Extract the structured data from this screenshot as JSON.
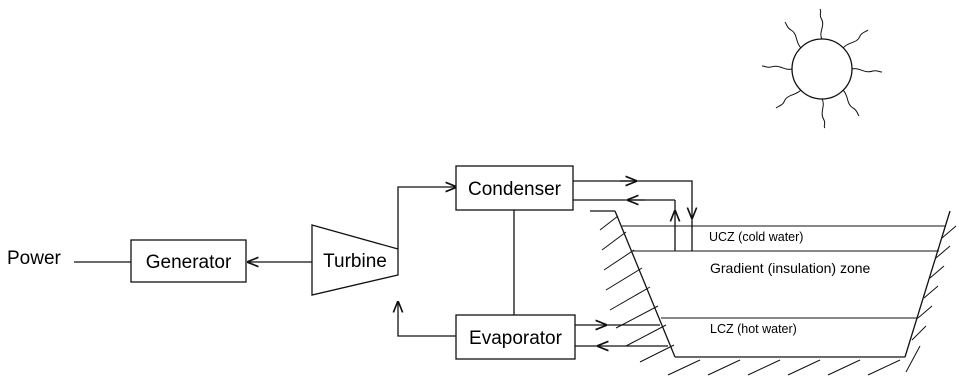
{
  "labels": {
    "power": "Power",
    "generator": "Generator",
    "turbine": "Turbine",
    "condenser": "Condenser",
    "evaporator": "Evaporator",
    "ucz": "UCZ (cold water)",
    "gradient": "Gradient (insulation) zone",
    "lcz": "LCZ (hot water)"
  },
  "icons": {
    "sun": "sun-icon"
  }
}
